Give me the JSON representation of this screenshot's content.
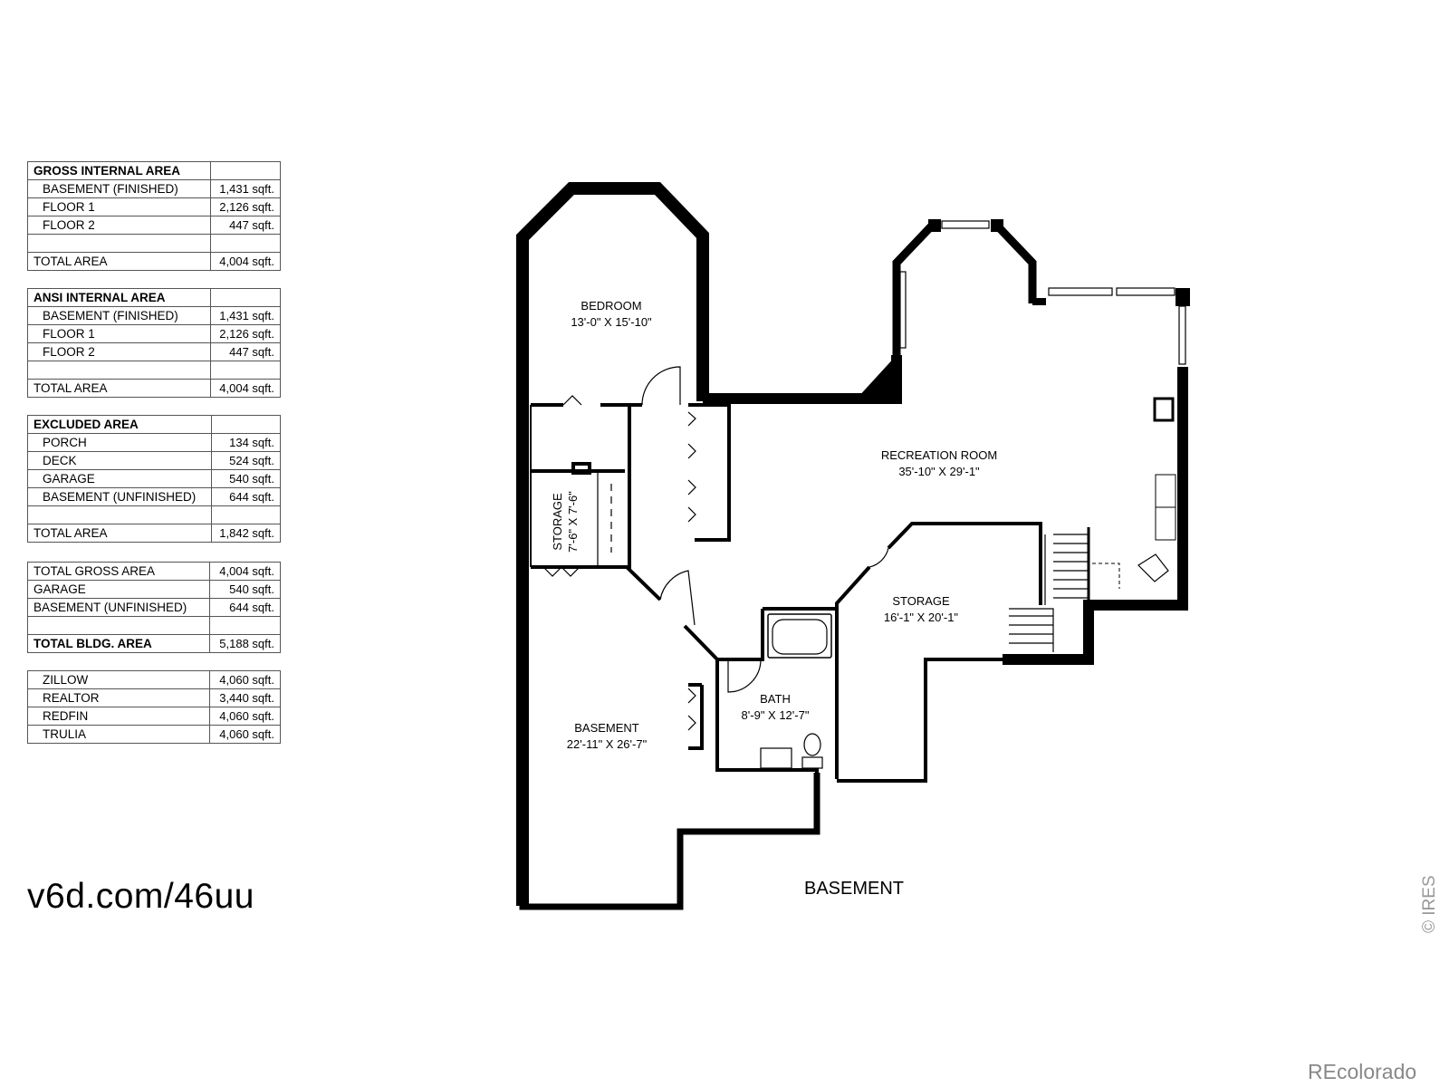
{
  "tables": [
    {
      "rows": [
        {
          "type": "hdr",
          "label": "GROSS INTERNAL AREA",
          "value": ""
        },
        {
          "type": "sub",
          "label": "BASEMENT (FINISHED)",
          "value": "1,431 sqft."
        },
        {
          "type": "sub",
          "label": "FLOOR 1",
          "value": "2,126 sqft."
        },
        {
          "type": "sub",
          "label": "FLOOR 2",
          "value": "447 sqft."
        },
        {
          "type": "blank",
          "label": "",
          "value": ""
        },
        {
          "type": "plain",
          "label": "TOTAL AREA",
          "value": "4,004 sqft."
        }
      ]
    },
    {
      "rows": [
        {
          "type": "hdr",
          "label": "ANSI INTERNAL AREA",
          "value": ""
        },
        {
          "type": "sub",
          "label": "BASEMENT (FINISHED)",
          "value": "1,431 sqft."
        },
        {
          "type": "sub",
          "label": "FLOOR 1",
          "value": "2,126 sqft."
        },
        {
          "type": "sub",
          "label": "FLOOR 2",
          "value": "447 sqft."
        },
        {
          "type": "blank",
          "label": "",
          "value": ""
        },
        {
          "type": "plain",
          "label": "TOTAL AREA",
          "value": "4,004 sqft."
        }
      ]
    },
    {
      "rows": [
        {
          "type": "hdr",
          "label": "EXCLUDED AREA",
          "value": ""
        },
        {
          "type": "sub",
          "label": "PORCH",
          "value": "134 sqft."
        },
        {
          "type": "sub",
          "label": "DECK",
          "value": "524 sqft."
        },
        {
          "type": "sub",
          "label": "GARAGE",
          "value": "540 sqft."
        },
        {
          "type": "sub",
          "label": "BASEMENT (UNFINISHED)",
          "value": "644 sqft."
        },
        {
          "type": "blank",
          "label": "",
          "value": ""
        },
        {
          "type": "plain",
          "label": "TOTAL AREA",
          "value": "1,842 sqft."
        }
      ]
    },
    {
      "rows": [
        {
          "type": "plain",
          "label": "TOTAL GROSS AREA",
          "value": "4,004 sqft."
        },
        {
          "type": "plain",
          "label": "GARAGE",
          "value": "540 sqft."
        },
        {
          "type": "plain",
          "label": "BASEMENT (UNFINISHED)",
          "value": "644 sqft."
        },
        {
          "type": "blank",
          "label": "",
          "value": ""
        },
        {
          "type": "bold",
          "label": "TOTAL BLDG. AREA",
          "value": "5,188 sqft."
        }
      ]
    },
    {
      "rows": [
        {
          "type": "sub",
          "label": "ZILLOW",
          "value": "4,060 sqft."
        },
        {
          "type": "sub",
          "label": "REALTOR",
          "value": "3,440 sqft."
        },
        {
          "type": "sub",
          "label": "REDFIN",
          "value": "4,060 sqft."
        },
        {
          "type": "sub",
          "label": "TRULIA",
          "value": "4,060 sqft."
        }
      ]
    }
  ],
  "url": "v6d.com/46uu",
  "rooms": {
    "bedroom": {
      "name": "BEDROOM",
      "dims": "13'-0\" X 15'-10\""
    },
    "recreation": {
      "name": "RECREATION ROOM",
      "dims": "35'-10\" X 29'-1\""
    },
    "storage_small": {
      "name": "STORAGE",
      "dims": "7'-6\" X 7'-6\""
    },
    "storage": {
      "name": "STORAGE",
      "dims": "16'-1\" X 20'-1\""
    },
    "bath": {
      "name": "BATH",
      "dims": "8'-9\" X 12'-7\""
    },
    "basement": {
      "name": "BASEMENT",
      "dims": "22'-11\" X 26'-7\""
    }
  },
  "floor_label": "BASEMENT",
  "copyright": "© IRES",
  "watermark": "REcolorado"
}
